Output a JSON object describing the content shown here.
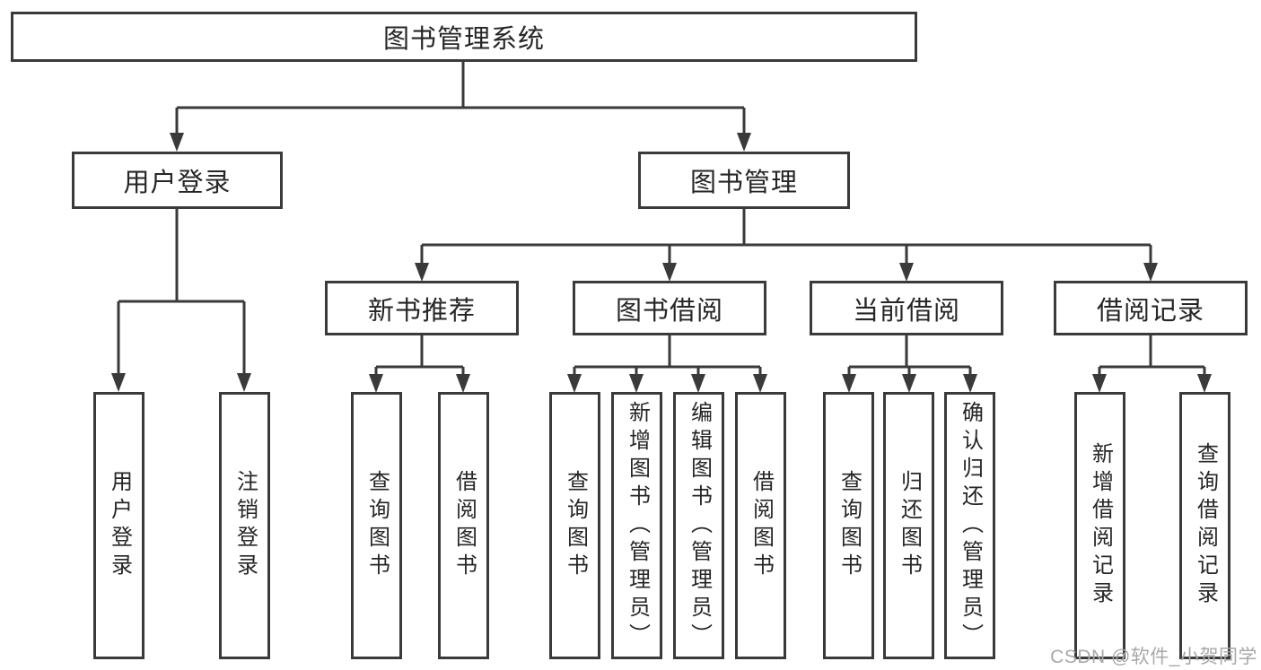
{
  "page": {
    "background": "#ffffff",
    "line_color": "#3a3a3a",
    "text_color": "#262626",
    "watermark": "CSDN @软件_小贺同学",
    "watermark_color": "#a8a8a8"
  },
  "tree": {
    "label": "图书管理系统",
    "children": [
      {
        "label": "用户登录",
        "children": [
          {
            "label": "用户登录"
          },
          {
            "label": "注销登录"
          }
        ]
      },
      {
        "label": "图书管理",
        "children": [
          {
            "label": "新书推荐",
            "children": [
              {
                "label": "查询图书"
              },
              {
                "label": "借阅图书"
              }
            ]
          },
          {
            "label": "图书借阅",
            "children": [
              {
                "label": "查询图书"
              },
              {
                "label": "新增图书（管理员）"
              },
              {
                "label": "编辑图书（管理员）"
              },
              {
                "label": "借阅图书"
              }
            ]
          },
          {
            "label": "当前借阅",
            "children": [
              {
                "label": "查询图书"
              },
              {
                "label": "归还图书"
              },
              {
                "label": "确认归还（管理员）"
              }
            ]
          },
          {
            "label": "借阅记录",
            "children": [
              {
                "label": "新增借阅记录"
              },
              {
                "label": "查询借阅记录"
              }
            ]
          }
        ]
      }
    ]
  }
}
